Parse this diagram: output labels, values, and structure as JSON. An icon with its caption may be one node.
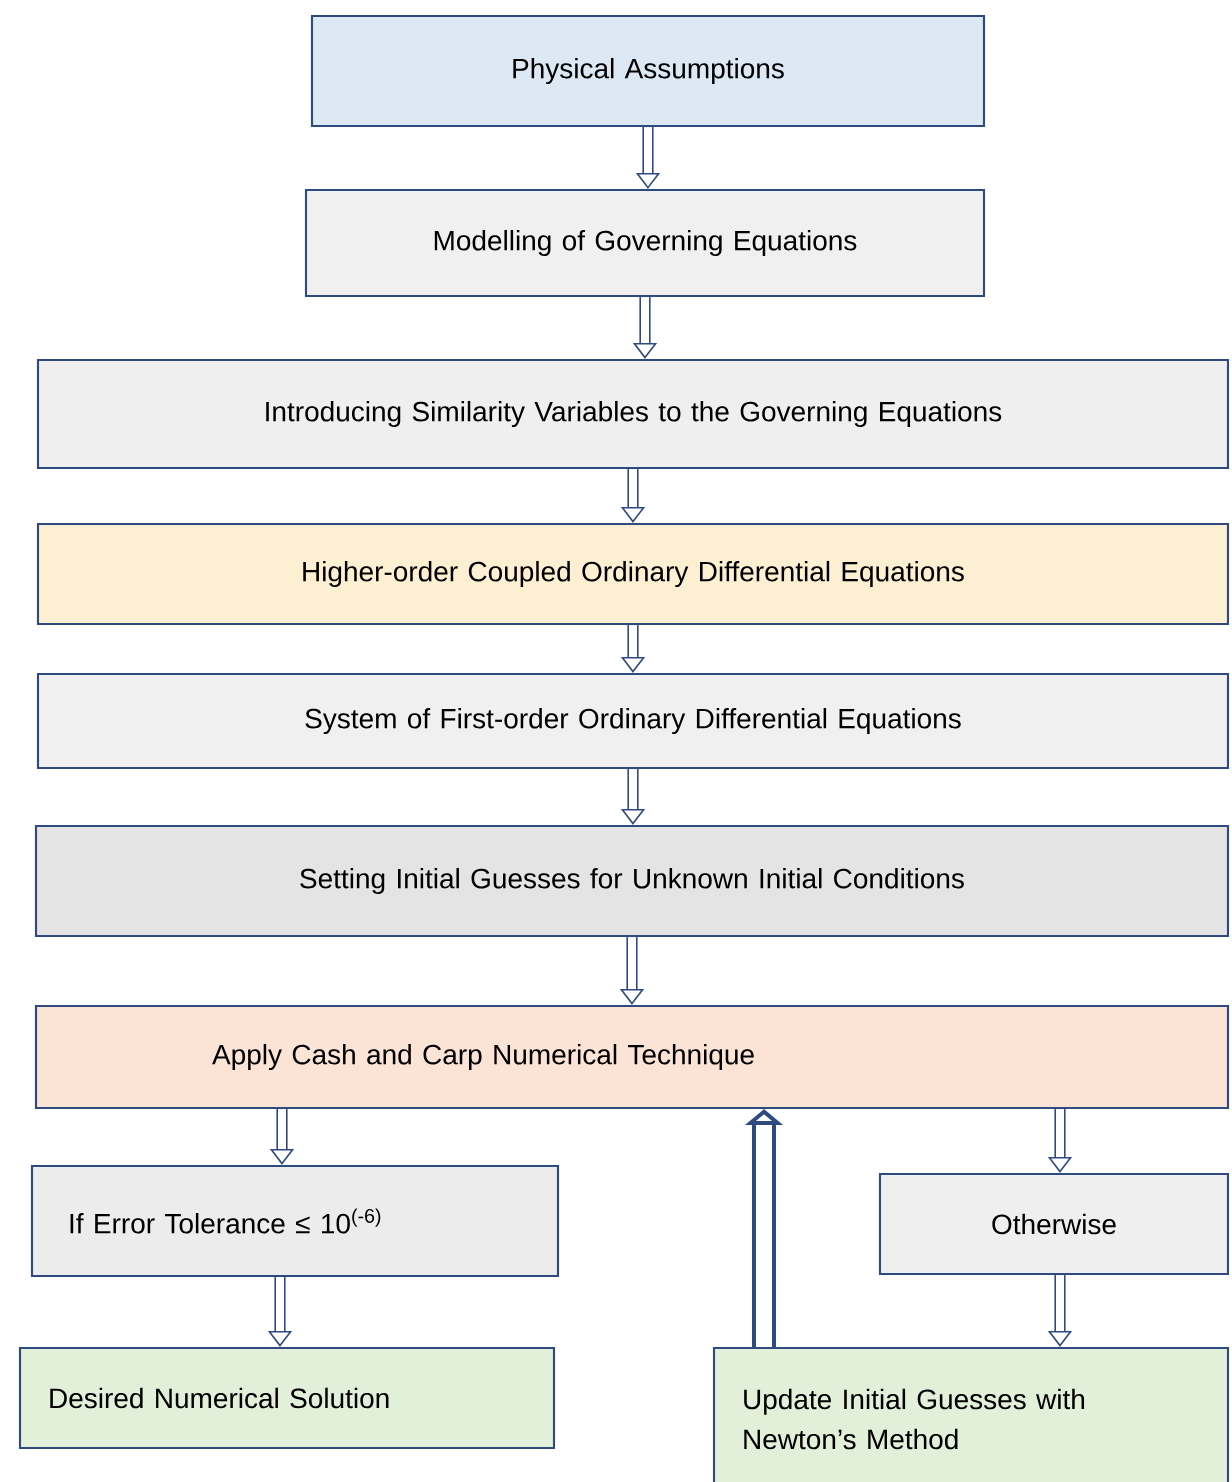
{
  "diagram": {
    "nodes": [
      {
        "text": [
          "Physical Assumptions"
        ]
      },
      {
        "text": [
          "Modelling of Governing Equations"
        ]
      },
      {
        "text": [
          "Introducing Similarity Variables to the Governing Equations"
        ]
      },
      {
        "text": [
          "Higher-order Coupled Ordinary Differential Equations"
        ]
      },
      {
        "text": [
          "System of First-order Ordinary Differential Equations"
        ]
      },
      {
        "text": [
          "Setting Initial Guesses for Unknown Initial Conditions"
        ]
      },
      {
        "text": [
          "Apply Cash and Carp Numerical Technique"
        ]
      },
      {
        "text": [
          "If Error Tolerance ≤ 10$^{(-6)}$"
        ]
      },
      {
        "text": [
          "Otherwise"
        ]
      },
      {
        "text": [
          "Desired Numerical Solution"
        ]
      },
      {
        "text": [
          "Update Initial Guesses with Newton’s Method"
        ]
      }
    ],
    "edges": [
      {
        "from": 0,
        "to": 1,
        "arrow": "to"
      },
      {
        "from": 1,
        "to": 2,
        "arrow": "to"
      },
      {
        "from": 2,
        "to": 3,
        "arrow": "to"
      },
      {
        "from": 3,
        "to": 4,
        "arrow": "to"
      },
      {
        "from": 4,
        "to": 5,
        "arrow": "to"
      },
      {
        "from": 5,
        "to": 6,
        "arrow": "to"
      },
      {
        "from": 6,
        "to": 7,
        "arrow": "to"
      },
      {
        "from": 6,
        "to": 8,
        "arrow": "to"
      },
      {
        "from": 7,
        "to": 9,
        "arrow": "to"
      },
      {
        "from": 8,
        "to": 10,
        "arrow": "to"
      },
      {
        "from": 10,
        "to": 6,
        "arrow": "to",
        "style": "thick"
      }
    ]
  }
}
